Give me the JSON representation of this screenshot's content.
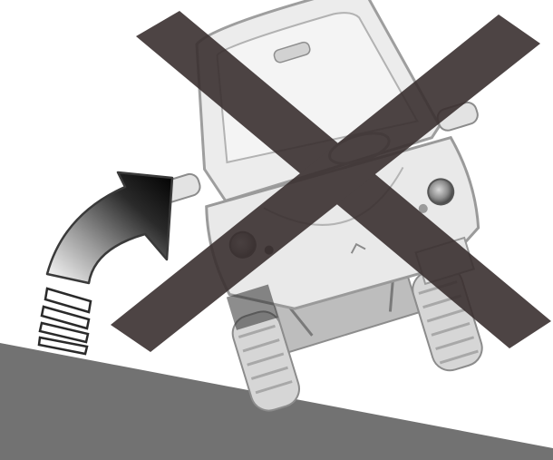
{
  "illustration": {
    "subject": "vehicle-tilting-on-slope",
    "prohibition_mark": "x-mark",
    "direction_indicator": "tilt-arrow",
    "colors": {
      "background": "#ffffff",
      "slope": "#727272",
      "x_mark": "#3a3030",
      "vehicle_body": "#e9e9e9",
      "vehicle_outline": "#9a9a9a",
      "arrow_dark": "#111111"
    }
  }
}
